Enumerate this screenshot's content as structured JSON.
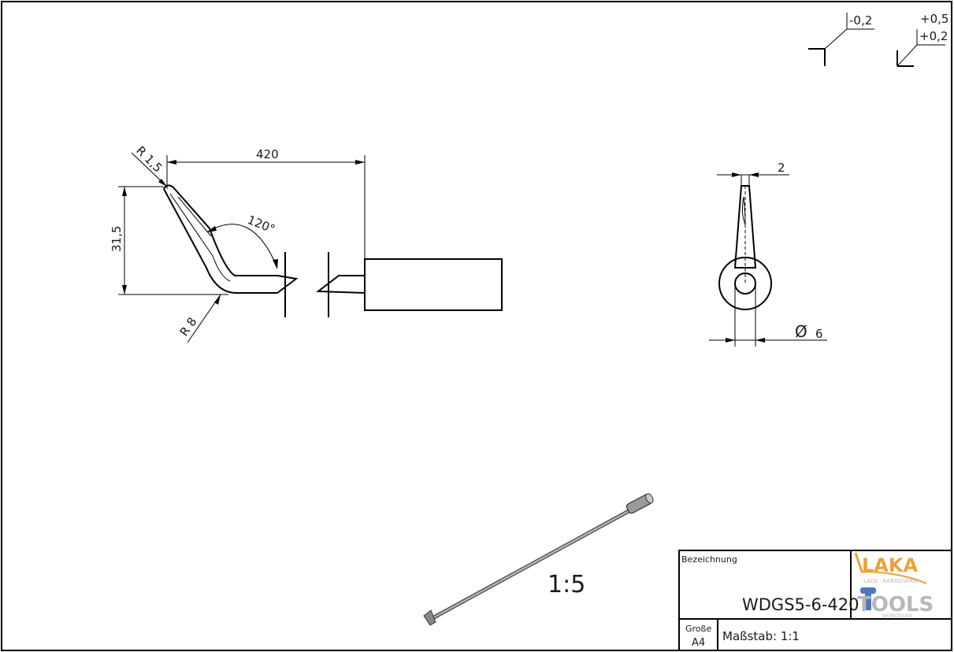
{
  "tolerances": {
    "tol_a": "-0,2",
    "tol_b_upper": "+0,5",
    "tol_b_lower": "+0,2"
  },
  "dimensions": {
    "length": "420",
    "height": "31,5",
    "tip_radius": "R 1,5",
    "bend_radius": "R 8",
    "angle": "120°",
    "thickness": "2",
    "diameter_symbol": "Ø",
    "diameter": "6"
  },
  "isometric_scale": "1:5",
  "title_block": {
    "designation_label": "Bezeichnung",
    "designation_value": "WDGS5-6-420",
    "size_label": "Große",
    "size_value": "A4",
    "scale_label": "Maßstab: 1:1"
  },
  "logo": {
    "brand_top": "LAKA",
    "brand_sub": "LACK · KAROSSERIE",
    "brand_bottom": "TOOLS",
    "brand_bottom_sub": "WERKZEUGE",
    "accent_color": "#e8a33c",
    "tools_color": "#4f79b7",
    "gray_color": "#b5b7b9"
  }
}
